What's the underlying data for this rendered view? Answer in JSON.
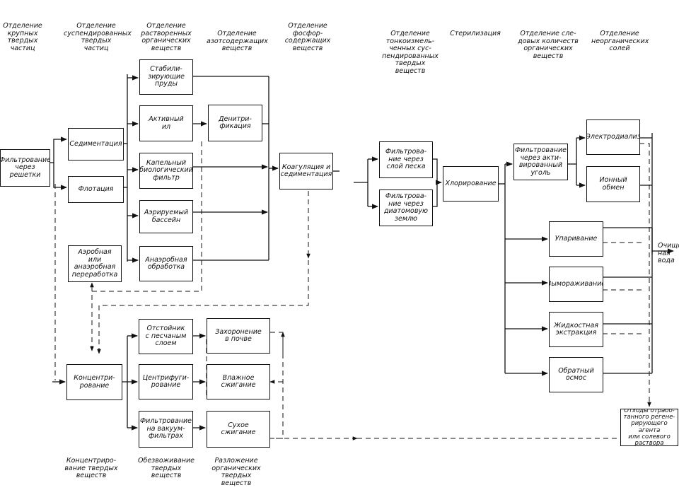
{
  "headers": {
    "h1": "Отделение\nкрупных\nтвердых\nчастиц",
    "h2": "Отделение\nсуспендированных\nтвердых\nчастиц",
    "h3": "Отделение\nрастворенных\nорганических\nвеществ",
    "h4": "Отделение\nазотсодержащих\nвеществ",
    "h5": "Отделение\nфосфор-\nсодержащих\nвеществ",
    "h6": "Отделение\nтонкоизмель-\nченных сус-\nпендированных\nтвердых\nвеществ",
    "h7": "Стерилизация",
    "h8": "Отделение сле-\nдовых количеств\nорганических\nвеществ",
    "h9": "Отделение\nнеорганических\nсолей"
  },
  "boxes": {
    "screen": "Фильтрование\nчерез\nрешетки",
    "sedim": "Седиментация",
    "flot": "Флотация",
    "stab": "Стабили-\nзирующие\nпруды",
    "activ": "Активный\nил",
    "biofilt": "Капельный\nбиологический\nфильтр",
    "aer": "Аэрируемый\nбассейн",
    "anaer": "Анаэробная\nобработка",
    "denit": "Денитри-\nфикация",
    "coag": "Коагуляция и\nседиментация",
    "aerproc": "Аэробная\nили\nанаэробная\nпереработка",
    "conc": "Концентри-\nрование",
    "settl": "Отстойник\nс песчаным\nслоем",
    "centr": "Центрифуги-\nрование",
    "vacuum": "Фильтрование\nна вакуум-\nфильтрах",
    "bury": "Захоронение\nв почве",
    "wetburn": "Влажное\nсжигание",
    "dryburn": "Сухое\nсжигание",
    "sand": "Фильтрова-\nние через\nслой песка",
    "diatom": "Фильтрова-\nние через\nдиатомовую\nземлю",
    "chlor": "Хлорирование",
    "carbon": "Фильтрование\nчерез акти-\nвированный\nуголь",
    "electro": "Электродиализ",
    "ionex": "Ионный\nобмен",
    "evap": "Упаривание",
    "freeze": "Вымораживание",
    "liqext": "Жидкостная\nэкстракция",
    "revosm": "Обратный\nосмос",
    "waste": "Отходы отрабо-\nтанного регене-\nрирующего агента\nили солевого\nраствора"
  },
  "footers": {
    "f1": "Концентриро-\nвание твердых\nвеществ",
    "f2": "Обезвоживание\nтвердых\nвеществ",
    "f3": "Разложение\nорганических\nтвердых\nвеществ"
  },
  "outlet": "Очищен-\nная вода"
}
